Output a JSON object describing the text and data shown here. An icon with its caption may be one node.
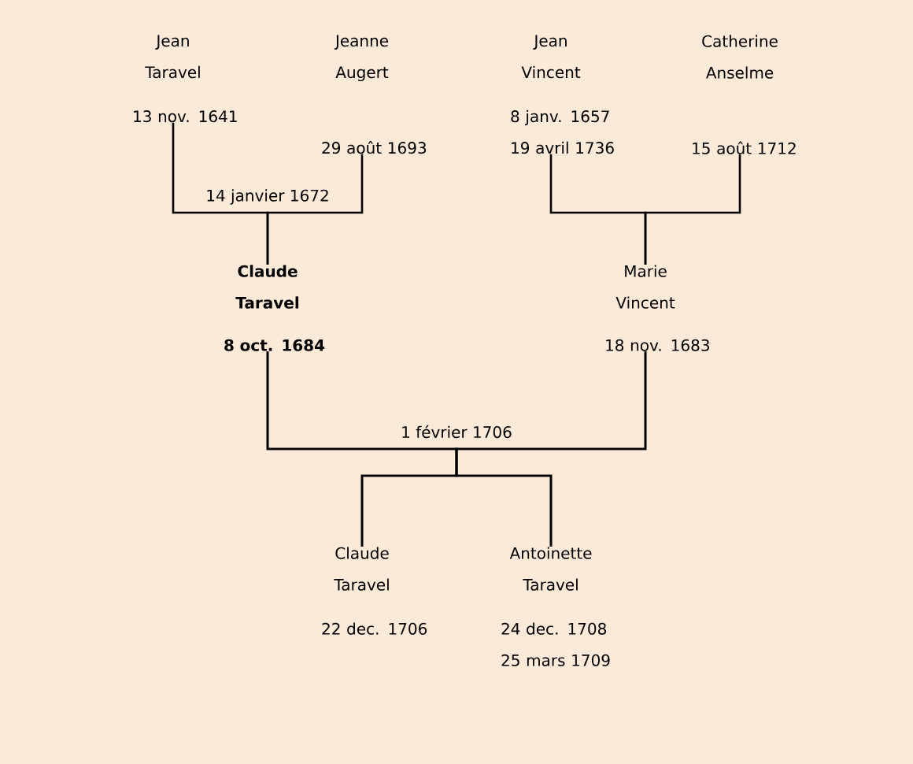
{
  "diagram": {
    "nodes": [
      {
        "text": [
          "Jean Taravel",
          "13 nov. 1641"
        ]
      },
      {
        "text": [
          "Jeanne Augert",
          "29 août 1693"
        ]
      },
      {
        "text": [
          "Jean Vincent",
          "8 janv. 1657",
          "19 avril 1736"
        ]
      },
      {
        "text": [
          "Catherine Anselme",
          "15 août 1712"
        ]
      },
      {
        "text": [
          "Claude Taravel",
          "8 oct. 1684"
        ]
      },
      {
        "text": [
          "Marie Vincent",
          "18 nov. 1683"
        ]
      },
      {
        "text": [
          "Claude Taravel",
          "22 dec. 1706"
        ]
      },
      {
        "text": [
          "Antoinette Taravel",
          "24 dec. 1708",
          "25 mars 1709"
        ]
      }
    ],
    "edges": [
      {
        "from": 0,
        "to": 4,
        "arrow": "none",
        "label": "14 janvier 1672"
      },
      {
        "from": 1,
        "to": 4,
        "arrow": "none"
      },
      {
        "from": 2,
        "to": 5,
        "arrow": "none"
      },
      {
        "from": 3,
        "to": 5,
        "arrow": "none"
      },
      {
        "from": 4,
        "to": 6,
        "arrow": "none",
        "label": "1 février 1706"
      },
      {
        "from": 4,
        "to": 7,
        "arrow": "none"
      },
      {
        "from": 5,
        "to": 6,
        "arrow": "none"
      },
      {
        "from": 5,
        "to": 7,
        "arrow": "none"
      }
    ]
  }
}
